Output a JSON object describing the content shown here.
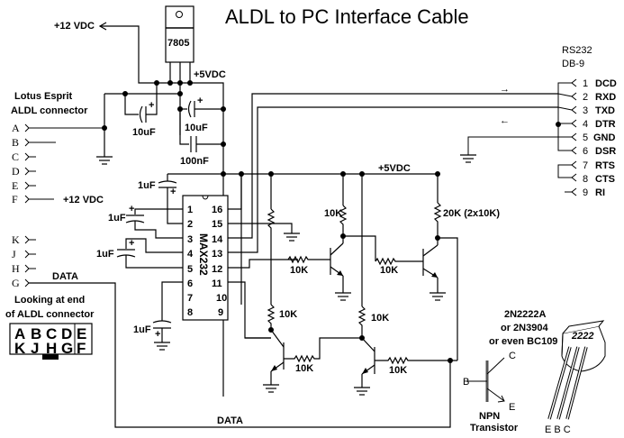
{
  "title": "ALDL to PC Interface Cable",
  "power": {
    "v12_top": "+12 VDC",
    "v5_reg": "+5VDC",
    "v5_bus": "+5VDC",
    "regulator": "7805"
  },
  "aldl": {
    "heading_line1": "Lotus Esprit",
    "heading_line2": "ALDL connector",
    "pins": [
      "A",
      "B",
      "C",
      "D",
      "E",
      "F",
      "K",
      "J",
      "H",
      "G"
    ],
    "f_label": "+12 VDC",
    "g_label": "DATA",
    "view_line1": "Looking at end",
    "view_line2": "of ALDL connector",
    "face_top": [
      "A",
      "B",
      "C",
      "D",
      "E"
    ],
    "face_bottom": [
      "K",
      "J",
      "H",
      "G",
      "F"
    ]
  },
  "capacitors": {
    "c1": "10uF",
    "c2": "10uF",
    "c3": "100nF",
    "c4": "1uF",
    "c5": "1uF",
    "c6": "1uF",
    "c7": "1uF"
  },
  "ic": {
    "name": "MAX232",
    "left_pins": [
      "1",
      "2",
      "3",
      "4",
      "5",
      "6",
      "7",
      "8"
    ],
    "right_pins": [
      "16",
      "15",
      "14",
      "13",
      "12",
      "11",
      "10",
      "9"
    ]
  },
  "resistors": {
    "r1": "10K",
    "r2": "10K",
    "r3": "10K",
    "r4": "20K (2x10K)",
    "r5": "10K",
    "r6": "10K",
    "r7": "10K",
    "r8": "10K"
  },
  "db9": {
    "heading_line1": "RS232",
    "heading_line2": "DB-9",
    "pins": [
      {
        "num": "1",
        "name": "DCD"
      },
      {
        "num": "2",
        "name": "RXD"
      },
      {
        "num": "3",
        "name": "TXD"
      },
      {
        "num": "4",
        "name": "DTR"
      },
      {
        "num": "5",
        "name": "GND"
      },
      {
        "num": "6",
        "name": "DSR"
      },
      {
        "num": "7",
        "name": "RTS"
      },
      {
        "num": "8",
        "name": "CTS"
      },
      {
        "num": "9",
        "name": "RI"
      }
    ],
    "arrow_right": "→",
    "arrow_left": "←"
  },
  "transistor_note": {
    "line1": "2N2222A",
    "line2": "or 2N3904",
    "line3": "or even BC109",
    "symbol_c": "C",
    "symbol_b": "B",
    "symbol_e": "E",
    "caption1": "NPN",
    "caption2": "Transistor",
    "package_marking": "2222",
    "package_pins": "E B C"
  },
  "data_bottom_label": "DATA"
}
